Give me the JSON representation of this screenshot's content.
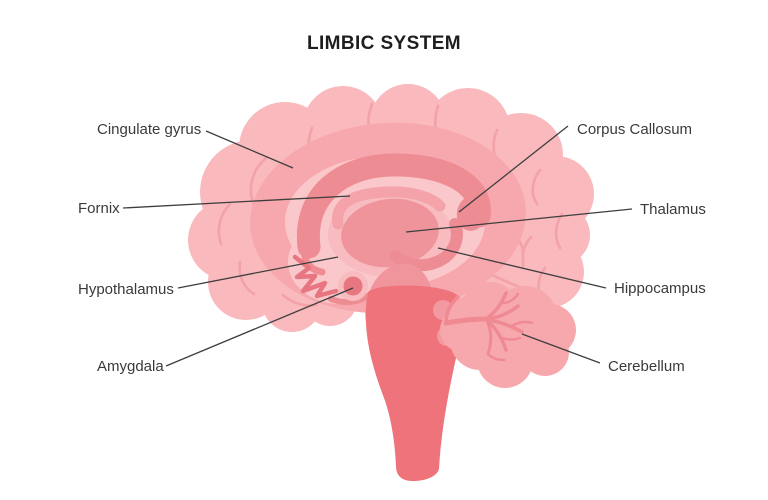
{
  "title": "LIMBIC SYSTEM",
  "diagram": {
    "subject": "human-brain-sagittal-limbic-system",
    "labels": {
      "cingulate_gyrus": "Cingulate gyrus",
      "fornix": "Fornix",
      "hypothalamus": "Hypothalamus",
      "amygdala": "Amygdala",
      "corpus_callosum": "Corpus Callosum",
      "thalamus": "Thalamus",
      "hippocampus": "Hippocampus",
      "cerebellum": "Cerebellum"
    },
    "colors": {
      "cortex": "#F9B9BD",
      "sulci": "#F2A2A8",
      "limbic_ring": "#F6A8AE",
      "inner_pale": "#FAC8CA",
      "corpus_callosum": "#EE8C94",
      "fornix_arc": "#F3A3A9",
      "thalamus": "#F0949B",
      "amygdala": "#E87681",
      "brainstem": "#EE737B",
      "cerebellum": "#F6A8AD",
      "cerebellum_veins": "#F08A92",
      "label_text": "#3A3A3A",
      "leader_line": "#3E3E3E",
      "title_text": "#1E1E1E"
    }
  }
}
